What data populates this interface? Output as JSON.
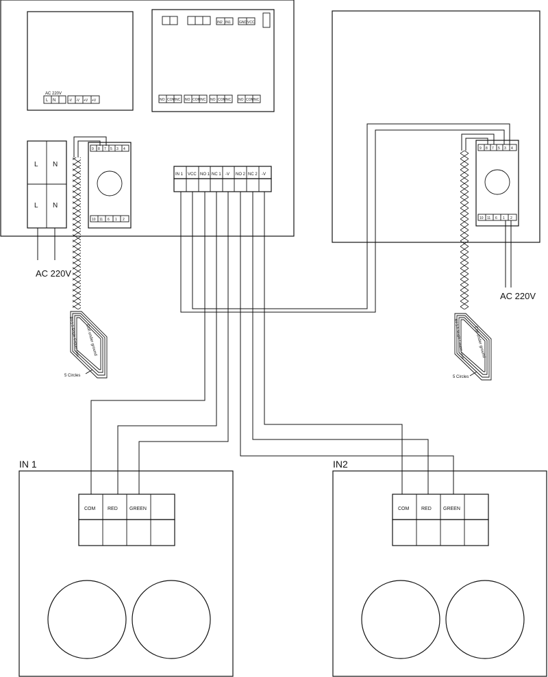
{
  "main_controller": {
    "power_panel": {
      "label": "AC 220V",
      "left_terminals": [
        "L",
        "N"
      ],
      "right_terminals": [
        "-V",
        "-V",
        "+V",
        "+V"
      ]
    },
    "top_terminals": {
      "ins": [
        "IN2",
        "IN1"
      ],
      "power": [
        "GND",
        "VCC"
      ]
    },
    "relay_groups": [
      [
        "NO",
        "COM",
        "NC"
      ],
      [
        "NO",
        "COM",
        "NC"
      ],
      [
        "NO",
        "COM",
        "NC"
      ],
      [
        "NO",
        "COM",
        "NC"
      ]
    ],
    "breaker": {
      "row1": [
        "L",
        "N"
      ],
      "row2": [
        "L",
        "N"
      ]
    },
    "ac_label": "AC 220V",
    "output_terminals": [
      "IN 1",
      "VCC",
      "NO 1",
      "NC 1",
      "-V",
      "NO 2",
      "NC 2",
      "-V"
    ]
  },
  "detector": {
    "top_pins": [
      "9",
      "8",
      "7",
      "5",
      "3",
      "4"
    ],
    "bottom_pins": [
      "10",
      "11",
      "6",
      "1",
      "2"
    ]
  },
  "coil": {
    "label_1": "Coil under ground",
    "label_2": "BV-1.5 Single Copper core",
    "circles_label": "5 Circles"
  },
  "right_unit": {
    "ac_label": "AC 220V"
  },
  "lights": [
    {
      "title": "IN 1",
      "terminals": [
        "COM",
        "RED",
        "GREEN",
        ""
      ]
    },
    {
      "title": "IN2",
      "terminals": [
        "COM",
        "RED",
        "GREEN",
        ""
      ]
    }
  ]
}
